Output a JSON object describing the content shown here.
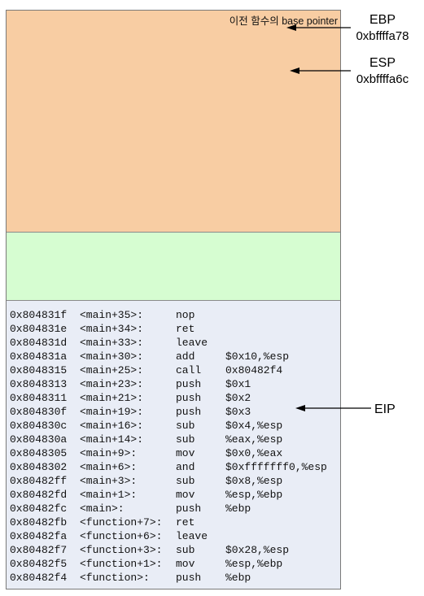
{
  "stack": {
    "saved_base_pointer_label": "이전 함수의 base pointer"
  },
  "registers": {
    "ebp": {
      "name": "EBP",
      "value": "0xbffffa78"
    },
    "esp": {
      "name": "ESP",
      "value": "0xbffffa6c"
    },
    "eip": {
      "name": "EIP"
    }
  },
  "code": [
    {
      "addr": "0x804831f",
      "sym": "<main+35>:",
      "op": "nop",
      "arg": ""
    },
    {
      "addr": "0x804831e",
      "sym": "<main+34>:",
      "op": "ret",
      "arg": ""
    },
    {
      "addr": "0x804831d",
      "sym": "<main+33>:",
      "op": "leave",
      "arg": ""
    },
    {
      "addr": "0x804831a",
      "sym": "<main+30>:",
      "op": "add",
      "arg": "$0x10,%esp"
    },
    {
      "addr": "0x8048315",
      "sym": "<main+25>:",
      "op": "call",
      "arg": "0x80482f4"
    },
    {
      "addr": "0x8048313",
      "sym": "<main+23>:",
      "op": "push",
      "arg": "$0x1"
    },
    {
      "addr": "0x8048311",
      "sym": "<main+21>:",
      "op": "push",
      "arg": "$0x2"
    },
    {
      "addr": "0x804830f",
      "sym": "<main+19>:",
      "op": "push",
      "arg": "$0x3"
    },
    {
      "addr": "0x804830c",
      "sym": "<main+16>:",
      "op": "sub",
      "arg": "$0x4,%esp"
    },
    {
      "addr": "0x804830a",
      "sym": "<main+14>:",
      "op": "sub",
      "arg": "%eax,%esp"
    },
    {
      "addr": "0x8048305",
      "sym": "<main+9>:",
      "op": "mov",
      "arg": "$0x0,%eax"
    },
    {
      "addr": "0x8048302",
      "sym": "<main+6>:",
      "op": "and",
      "arg": "$0xfffffff0,%esp"
    },
    {
      "addr": "0x80482ff",
      "sym": "<main+3>:",
      "op": "sub",
      "arg": "$0x8,%esp"
    },
    {
      "addr": "0x80482fd",
      "sym": "<main+1>:",
      "op": "mov",
      "arg": "%esp,%ebp"
    },
    {
      "addr": "0x80482fc",
      "sym": "<main>:",
      "op": "push",
      "arg": "%ebp"
    },
    {
      "addr": "0x80482fb",
      "sym": "<function+7>:",
      "op": "ret",
      "arg": ""
    },
    {
      "addr": "0x80482fa",
      "sym": "<function+6>:",
      "op": "leave",
      "arg": ""
    },
    {
      "addr": "0x80482f7",
      "sym": "<function+3>:",
      "op": "sub",
      "arg": "$0x28,%esp"
    },
    {
      "addr": "0x80482f5",
      "sym": "<function+1>:",
      "op": "mov",
      "arg": "%esp,%ebp"
    },
    {
      "addr": "0x80482f4",
      "sym": "<function>:",
      "op": "push",
      "arg": "%ebp"
    }
  ]
}
